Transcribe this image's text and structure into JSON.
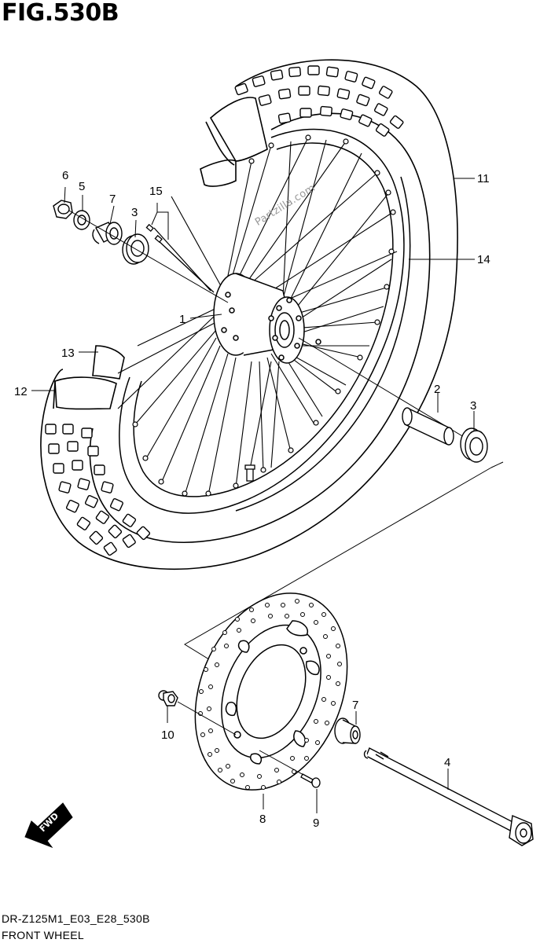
{
  "figure": {
    "title": "FIG.530B",
    "watermark": "Partzilla.com",
    "forward_label": "FWD"
  },
  "callouts": {
    "c1": "1",
    "c2": "2",
    "c3a": "3",
    "c3b": "3",
    "c4": "4",
    "c5": "5",
    "c6": "6",
    "c7a": "7",
    "c7b": "7",
    "c8": "8",
    "c9": "9",
    "c10": "10",
    "c11": "11",
    "c12": "12",
    "c13": "13",
    "c14": "14",
    "c15": "15"
  },
  "footer": {
    "code": "DR-Z125M1_E03_E28_530B",
    "name": "FRONT WHEEL"
  },
  "colors": {
    "background": "#ffffff",
    "linework": "#000000",
    "watermark": "#999999"
  }
}
